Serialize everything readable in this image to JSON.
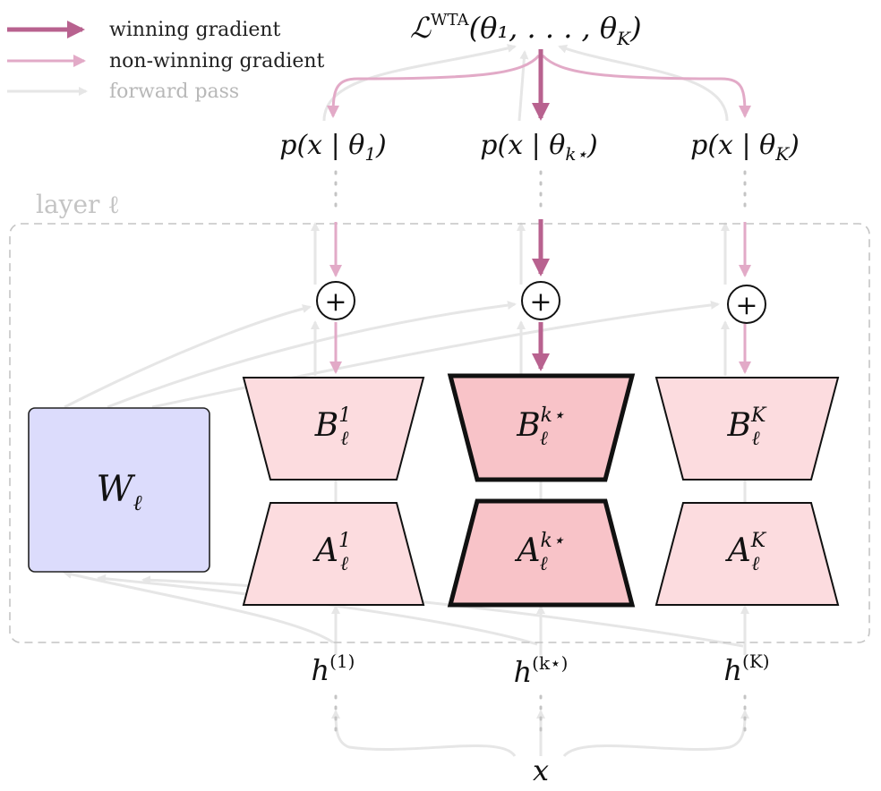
{
  "legend": {
    "winning": "winning gradient",
    "non_winning": "non-winning gradient",
    "forward": "forward pass"
  },
  "loss": {
    "symbol": "ℒ",
    "superscript": "WTA",
    "args": "(θ₁, . . . , θ",
    "last_sub": "K",
    "close": ")"
  },
  "outputs": [
    {
      "base": "p(x | θ",
      "sub": "1",
      "close": ")"
    },
    {
      "base": "p(x | θ",
      "sub": "k⋆",
      "close": ")"
    },
    {
      "base": "p(x | θ",
      "sub": "K",
      "close": ")"
    }
  ],
  "layer": {
    "label": "layer ℓ"
  },
  "base_weight": {
    "base": "W",
    "sub": "ℓ"
  },
  "experts": [
    {
      "B": {
        "base": "B",
        "sup": "1",
        "sub": "ℓ"
      },
      "A": {
        "base": "A",
        "sup": "1",
        "sub": "ℓ"
      }
    },
    {
      "B": {
        "base": "B",
        "sup": "k⋆",
        "sub": "ℓ"
      },
      "A": {
        "base": "A",
        "sup": "k⋆",
        "sub": "ℓ"
      }
    },
    {
      "B": {
        "base": "B",
        "sup": "K",
        "sub": "ℓ"
      },
      "A": {
        "base": "A",
        "sup": "K",
        "sub": "ℓ"
      }
    }
  ],
  "sum_symbol": "+",
  "hidden": [
    {
      "base": "h",
      "sup": "(1)"
    },
    {
      "base": "h",
      "sup": "(k⋆)"
    },
    {
      "base": "h",
      "sup": "(K)"
    }
  ],
  "input": {
    "label": "x"
  },
  "colors": {
    "winning": "#b8628f",
    "non_winning": "#e2aac7",
    "forward": "#e6e6e6",
    "expert_fill": "#fcdcdf",
    "winner_fill": "#f8c3c8",
    "weight_fill": "#dcdcfc",
    "dashed": "#c4c4c4"
  }
}
